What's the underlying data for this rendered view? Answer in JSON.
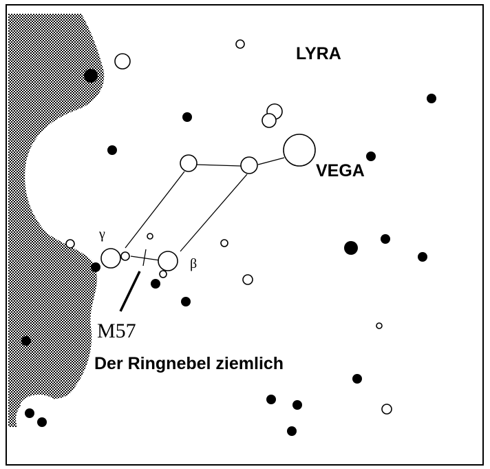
{
  "labels": {
    "constellation": "LYRA",
    "vega": "VEGA",
    "gamma": "γ",
    "beta": "β",
    "object_id": "M57",
    "caption": "Der Ringnebel ziemlich"
  },
  "colors": {
    "ink": "#000000",
    "paper": "#ffffff",
    "milky_way": "#8a8a8a"
  }
}
